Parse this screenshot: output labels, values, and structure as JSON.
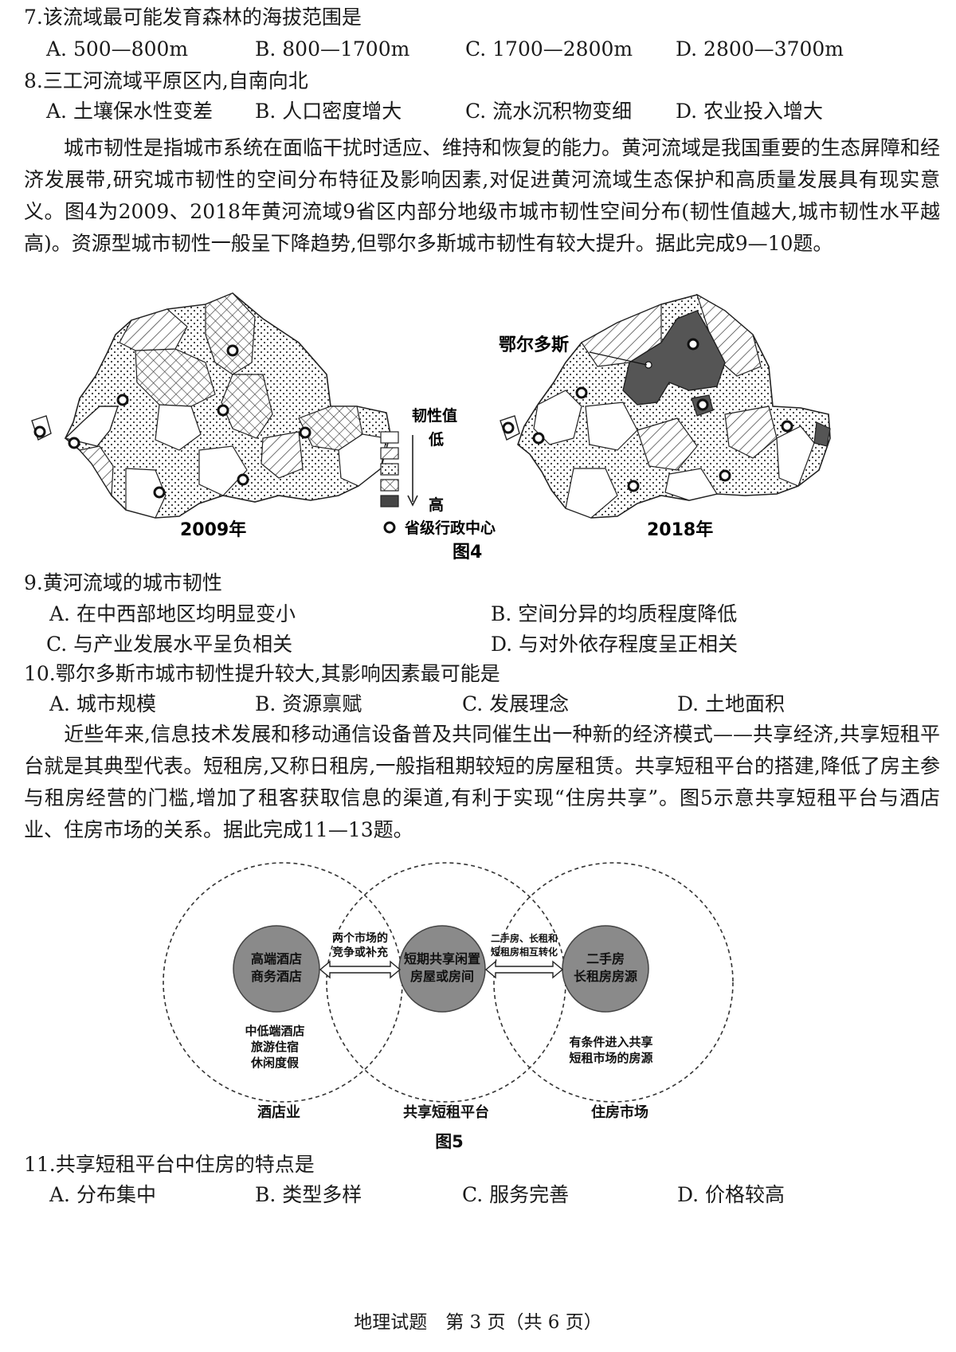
{
  "q7": {
    "stem": "7.该流域最可能发育森林的海拔范围是",
    "options": [
      "A. 500—800m",
      "B. 800—1700m",
      "C. 1700—2800m",
      "D. 2800—3700m"
    ]
  },
  "q8": {
    "stem": "8.三工河流域平原区内,自南向北",
    "options": [
      "A. 土壤保水性变差",
      "B. 人口密度增大",
      "C. 流水沉积物变细",
      "D. 农业投入增大"
    ]
  },
  "passage1": "城市韧性是指城市系统在面临干扰时适应、维持和恢复的能力。黄河流域是我国重要的生态屏障和经济发展带,研究城市韧性的空间分布特征及影响因素,对促进黄河流域生态保护和高质量发展具有现实意义。图4为2009、2018年黄河流域9省区内部分地级市城市韧性空间分布(韧性值越大,城市韧性水平越高)。资源型城市韧性一般呈下降趋势,但鄂尔多斯城市韧性有较大提升。据此完成9—10题。",
  "fig4": {
    "title": "图4",
    "map1_year": "2009年",
    "map2_year": "2018年",
    "callout": "鄂尔多斯",
    "legend_title": "韧性值",
    "legend_low": "低",
    "legend_high": "高",
    "legend_capital": "省级行政中心"
  },
  "q9": {
    "stem": "9.黄河流域的城市韧性",
    "options": [
      "A. 在中西部地区均明显变小",
      "B. 空间分异的均质程度降低",
      "C. 与产业发展水平呈负相关",
      "D. 与对外依存程度呈正相关"
    ]
  },
  "q10": {
    "stem": "10.鄂尔多斯市城市韧性提升较大,其影响因素最可能是",
    "options": [
      "A. 城市规模",
      "B. 资源禀赋",
      "C. 发展理念",
      "D. 土地面积"
    ]
  },
  "passage2": "近些年来,信息技术发展和移动通信设备普及共同催生出一种新的经济模式——共享经济,共享短租平台就是其典型代表。短租房,又称日租房,一般指租期较短的房屋租赁。共享短租平台的搭建,降低了房主参与租房经营的门槛,增加了租客获取信息的渠道,有利于实现“住房共享”。图5示意共享短租平台与酒店业、住房市场的关系。据此完成11—13题。",
  "fig5": {
    "title": "图5",
    "left_core": [
      "高端酒店",
      "商务酒店"
    ],
    "left_outer": [
      "中低端酒店",
      "旅游住宿",
      "休闲度假"
    ],
    "left_label": "酒店业",
    "mid_core": [
      "短期共享闲置",
      "房屋或房间"
    ],
    "mid_label": "共享短租平台",
    "right_core": [
      "二手房",
      "长租房房源"
    ],
    "right_outer": [
      "有条件进入共享",
      "短租市场的房源"
    ],
    "right_label": "住房市场",
    "arrow_left": [
      "两个市场的",
      "竞争或补充"
    ],
    "arrow_right": [
      "二手房、长租和",
      "短租房相互转化"
    ]
  },
  "q11": {
    "stem": "11.共享短租平台中住房的特点是",
    "options": [
      "A. 分布集中",
      "B. 类型多样",
      "C. 服务完善",
      "D. 价格较高"
    ]
  },
  "footer": "地理试题　第 3 页（共 6 页）"
}
